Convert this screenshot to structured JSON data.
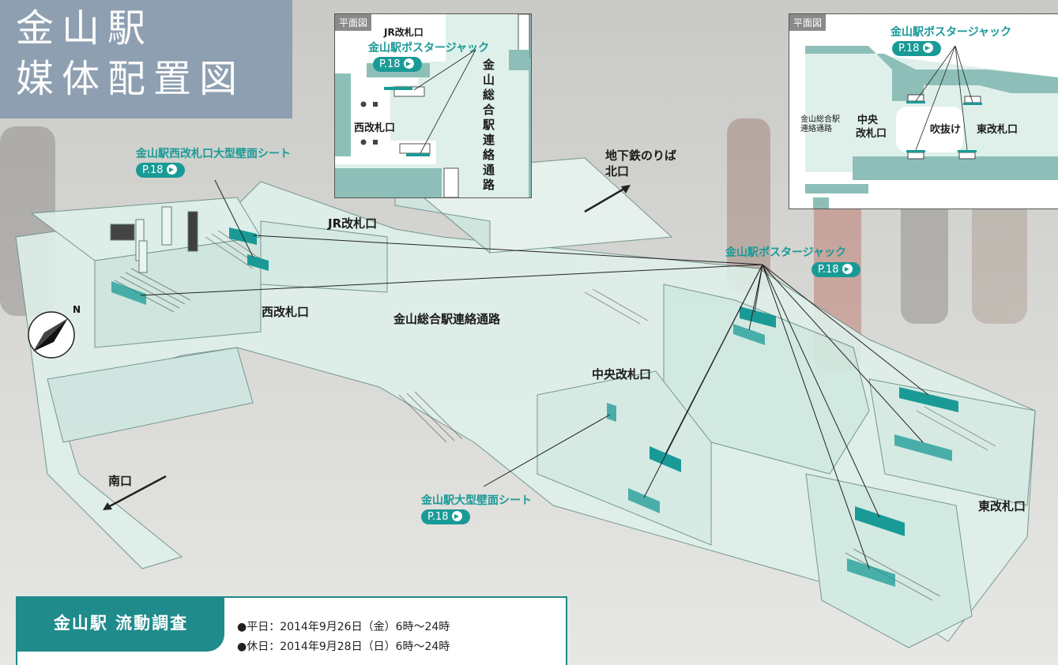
{
  "title": {
    "line1": "金山駅",
    "line2": "媒体配置図"
  },
  "badge": "P.18",
  "inset_left": {
    "tag": "平面図",
    "jr_gate": "JR改札口",
    "poster_jack": "金山駅ポスタージャック",
    "west_gate": "西改札口",
    "passage_vertical": "金山総合駅連絡通路"
  },
  "inset_right": {
    "tag": "平面図",
    "poster_jack": "金山駅ポスタージャック",
    "passage": [
      "金山総合駅",
      "連絡通路"
    ],
    "center_gate": [
      "中央",
      "改札口"
    ],
    "atrium": "吹抜け",
    "east_gate": "東改札口"
  },
  "map": {
    "west_wall_sheet": "金山駅西改札口大型壁面シート",
    "subway_north": [
      "地下鉄のりば",
      "北口"
    ],
    "jr_gate": "JR改札口",
    "poster_jack": "金山駅ポスタージャック",
    "west_gate": "西改札口",
    "passage": "金山総合駅連絡通路",
    "center_gate": "中央改札口",
    "big_wall_sheet": "金山駅大型壁面シート",
    "south_exit": "南口",
    "east_gate": "東改札口",
    "compass": "N"
  },
  "survey": {
    "title": "金山駅 流動調査",
    "weekday": "●平日：2014年9月26日（金）6時〜24時",
    "holiday": "●休日：2014年9月28日（日）6時〜24時"
  },
  "colors": {
    "accent": "#1a9a96",
    "title_bg": "#8a9cb0",
    "floor": "#dff0ea"
  }
}
